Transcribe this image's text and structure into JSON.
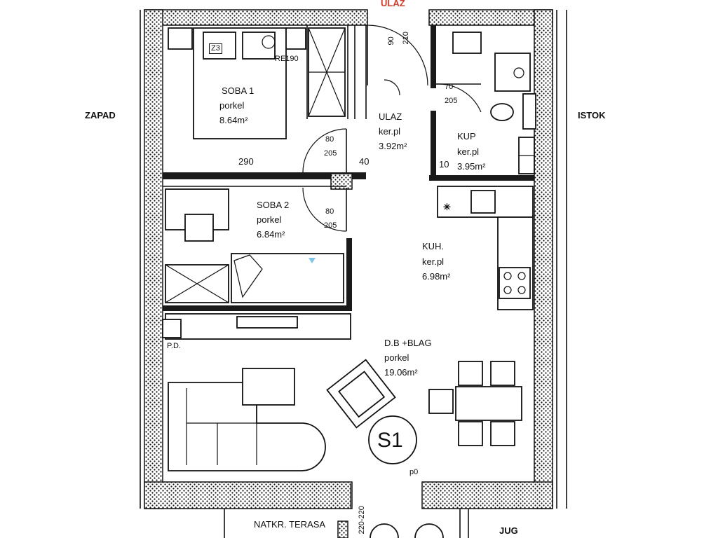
{
  "compass": {
    "north": "ULAZ",
    "west": "ZAPAD",
    "east": "ISTOK",
    "south": "JUG"
  },
  "apartment_label": "S1",
  "rooms": {
    "soba1": {
      "name": "SOBA 1",
      "floor": "porkel",
      "area": "8.64m²"
    },
    "ulaz": {
      "name": "ULAZ",
      "floor": "ker.pl",
      "area": "3.92m²"
    },
    "kup": {
      "name": "KUP",
      "floor": "ker.pl",
      "area": "3.95m²"
    },
    "soba2": {
      "name": "SOBA 2",
      "floor": "porkel",
      "area": "6.84m²"
    },
    "kuh": {
      "name": "KUH.",
      "floor": "ker.pl",
      "area": "6.98m²"
    },
    "dnevna": {
      "name": "D.B +BLAG",
      "floor": "porkel",
      "area": "19.06m²"
    },
    "terasa": {
      "name": "NATKR. TERASA"
    }
  },
  "dimensions": {
    "door_ulaz_w": "90",
    "door_ulaz_h": "210",
    "door_kup_w": "70",
    "door_kup_h": "205",
    "door_soba1_w": "80",
    "door_soba1_h": "205",
    "door_soba2_w": "80",
    "door_soba2_h": "205",
    "width_290": "290",
    "width_40": "40",
    "width_10": "10",
    "rei": "RE190",
    "z3": "Z3",
    "pd": "P.D.",
    "po": "p0",
    "dim_vert": "220-220"
  },
  "colors": {
    "entrance_label": "#d23b2a",
    "wall": "#1a1a1a",
    "arrow": "#7fc6e6"
  }
}
